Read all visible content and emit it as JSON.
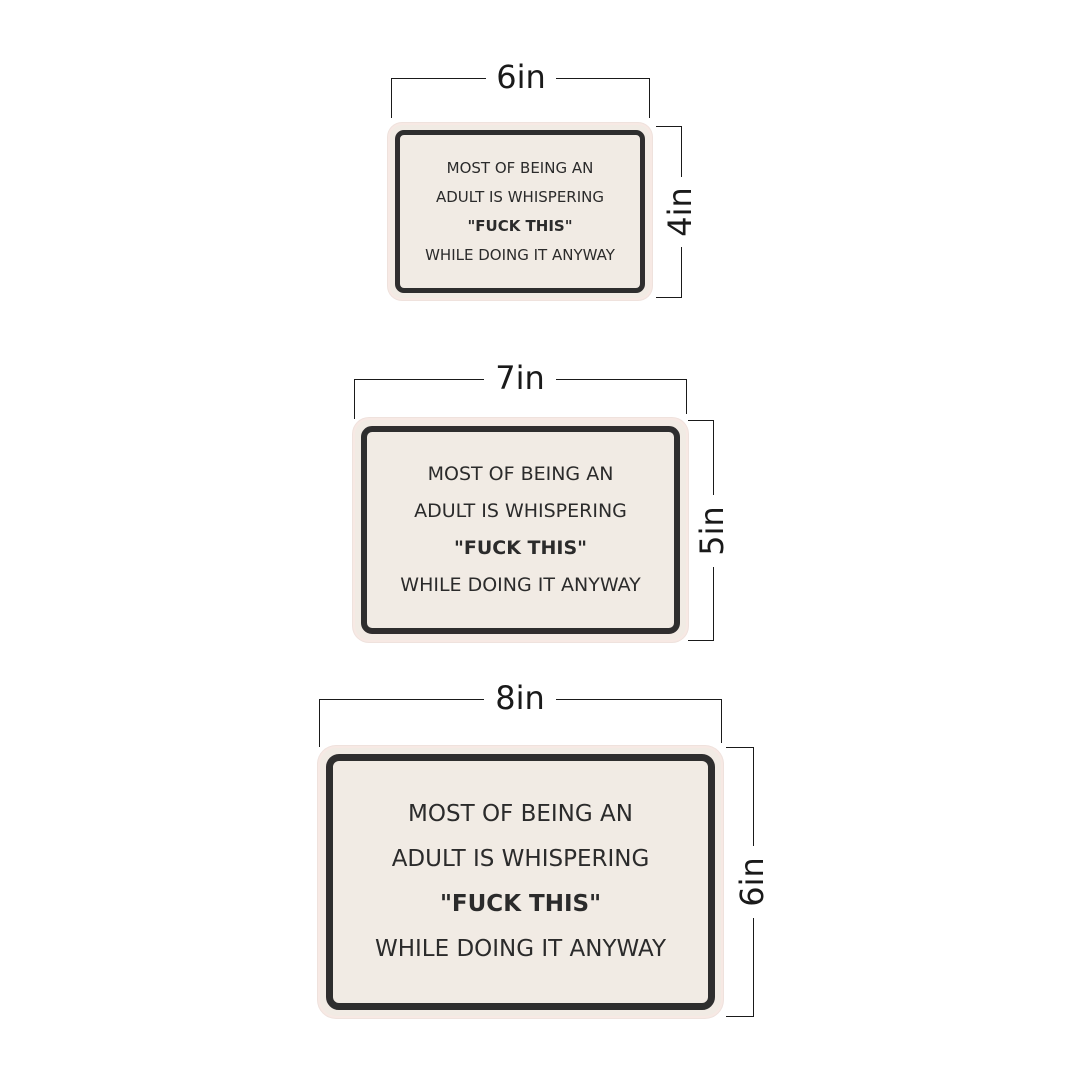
{
  "sizes": [
    {
      "width_label": "6in",
      "height_label": "4in"
    },
    {
      "width_label": "7in",
      "height_label": "5in"
    },
    {
      "width_label": "8in",
      "height_label": "6in"
    }
  ],
  "sticker_text": {
    "line1": "MOST OF BEING AN",
    "line2": "ADULT IS WHISPERING",
    "line3": "\"FUCK THIS\"",
    "line4": "WHILE DOING IT ANYWAY"
  },
  "colors": {
    "sticker_fill": "#f1ebe4",
    "sticker_border": "#2e2e2e",
    "text": "#2b2b2b",
    "dimension_lines": "#1a1a1a"
  }
}
